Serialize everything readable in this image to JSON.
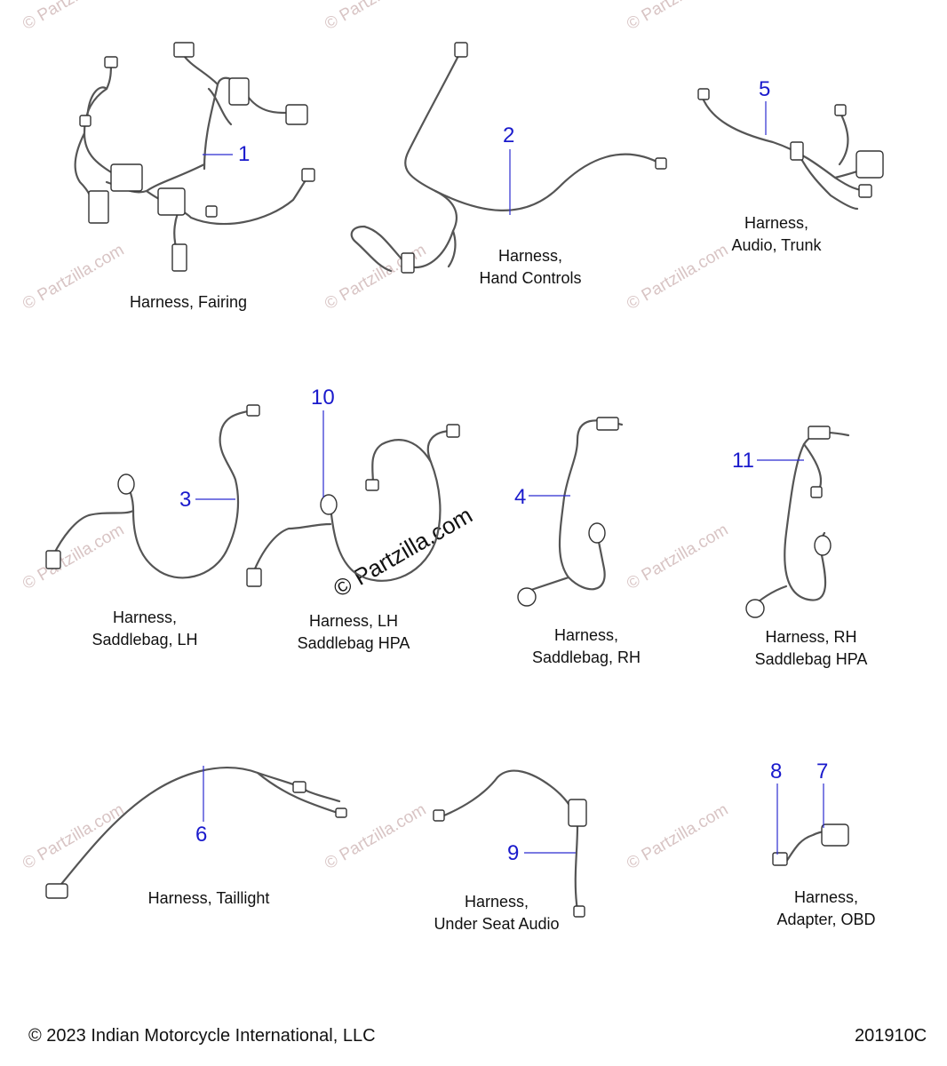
{
  "parts": [
    {
      "num": "1",
      "lines": [
        "Harness, Fairing"
      ]
    },
    {
      "num": "2",
      "lines": [
        "Harness,",
        "Hand Controls"
      ]
    },
    {
      "num": "5",
      "lines": [
        "Harness,",
        "Audio, Trunk"
      ]
    },
    {
      "num": "3",
      "lines": [
        "Harness,",
        "Saddlebag, LH"
      ]
    },
    {
      "num": "10",
      "lines": [
        "Harness, LH",
        "Saddlebag HPA"
      ]
    },
    {
      "num": "4",
      "lines": [
        "Harness,",
        "Saddlebag, RH"
      ]
    },
    {
      "num": "11",
      "lines": [
        "Harness, RH",
        "Saddlebag HPA"
      ]
    },
    {
      "num": "6",
      "lines": [
        "Harness, Taillight"
      ]
    },
    {
      "num": "9",
      "lines": [
        "Harness,",
        "Under Seat Audio"
      ]
    },
    {
      "num": "8",
      "lines": []
    },
    {
      "num": "7",
      "lines": [
        "Harness,",
        "Adapter, OBD"
      ]
    }
  ],
  "watermark": "© Partzilla.com",
  "copyright": "© 2023 Indian Motorcycle International, LLC",
  "diagram_id": "201910C",
  "colors": {
    "callout": "#1a1acc",
    "wire": "#555555",
    "watermark": "#d8c4c4"
  }
}
